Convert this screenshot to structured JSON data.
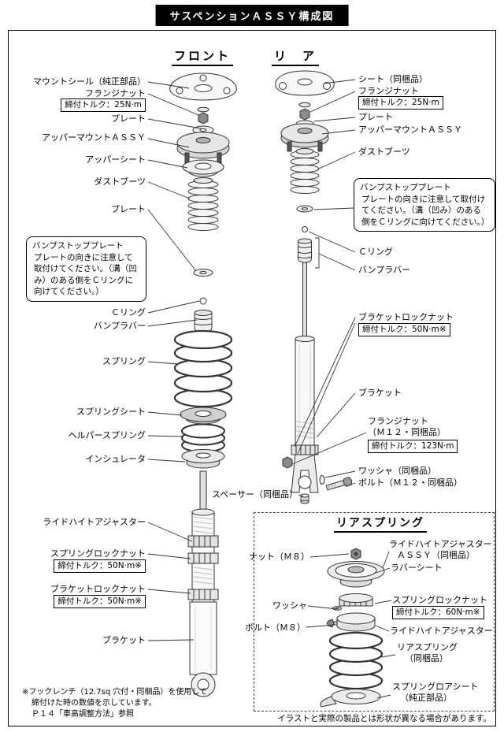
{
  "title": "サスペンションＡＳＳＹ構成図",
  "headings": {
    "front": "フロント",
    "rear": "リ　ア",
    "rear_spring": "リアスプリング"
  },
  "front": {
    "mount_seal": "マウントシール（純正部品）",
    "flange_nut": "フランジナット",
    "flange_nut_torque": "締付トルク：25N·m",
    "plate_top": "プレート",
    "upper_mount_assy": "アッパーマウントＡＳＳＹ",
    "upper_seat": "アッパーシート",
    "dust_boot": "ダストブーツ",
    "plate_mid": "プレート",
    "note_title": "バンプストッププレート",
    "note_body": "プレートの向きに注意して取付けてください。（溝（凹み）のある側をＣリングに向けてください。）",
    "c_ring": "Ｃリング",
    "bump_rubber": "バンプラバー",
    "spring": "スプリング",
    "spring_seat": "スプリングシート",
    "helper_spring": "ヘルパースプリング",
    "insulator": "インシュレータ",
    "ride_height_adjuster": "ライドハイトアジャスター",
    "spring_lock_nut": "スプリングロックナット",
    "spring_lock_nut_torque": "締付トルク：50N·m※",
    "bracket_lock_nut": "ブラケットロックナット",
    "bracket_lock_nut_torque": "締付トルク：50N·m※",
    "bracket": "ブラケット"
  },
  "rear": {
    "seat": "シート（同梱品）",
    "flange_nut": "フランジナット",
    "flange_nut_torque": "締付トルク：25N·m",
    "plate": "プレート",
    "upper_mount_assy": "アッパーマウントＡＳＳＹ",
    "dust_boot": "ダストブーツ",
    "note_title": "バンプストッププレート",
    "note_body": "プレートの向きに注意して取付けてください。（溝（凹み）のある側をＣリングに向けてください。）",
    "c_ring": "Ｃリング",
    "bump_rubber": "バンプラバー",
    "bracket_lock_nut": "ブラケットロックナット",
    "bracket_lock_nut_torque": "締付トルク：50N·m※",
    "bracket": "ブラケット",
    "flange_nut_m12_line1": "フランジナット",
    "flange_nut_m12_line2": "（Ｍ１２・同梱品）",
    "flange_nut_m12_torque": "締付トルク：123N·m",
    "washer": "ワッシャ（同梱品）",
    "bolt_m12": "ボルト（Ｍ１２・同梱品）",
    "spacer": "スペーサー（同梱品）"
  },
  "rear_spring": {
    "nut_m8": "ナット（Ｍ８）",
    "adjuster_assy_line1": "ライドハイトアジャスター",
    "adjuster_assy_line2": "ＡＳＳＹ（同梱品）",
    "rubber_seat": "ラバーシート",
    "spring_lock_nut": "スプリングロックナット",
    "spring_lock_nut_torque": "締付トルク：60N·m※",
    "washer": "ワッシャ",
    "bolt_m8": "ボルト（Ｍ８）",
    "ride_height_adjuster": "ライドハイトアジャスター",
    "spring_line1": "リアスプリング",
    "spring_line2": "（同梱品）",
    "lower_seat_line1": "スプリングロアシート",
    "lower_seat_line2": "（純正部品）"
  },
  "notes": {
    "footnote_line1": "※フックレンチ（12.7sq 穴付・同梱品）を使用して",
    "footnote_line2": "締付けた時の数値を示しています。",
    "footnote_line3": "Ｐ１４「車高調整方法」参照",
    "disclaimer": "イラストと実際の製品とは形状が異なる場合があります。"
  },
  "colors": {
    "title_bg": "#000000",
    "title_fg": "#ffffff",
    "leader_line": "#333333"
  }
}
